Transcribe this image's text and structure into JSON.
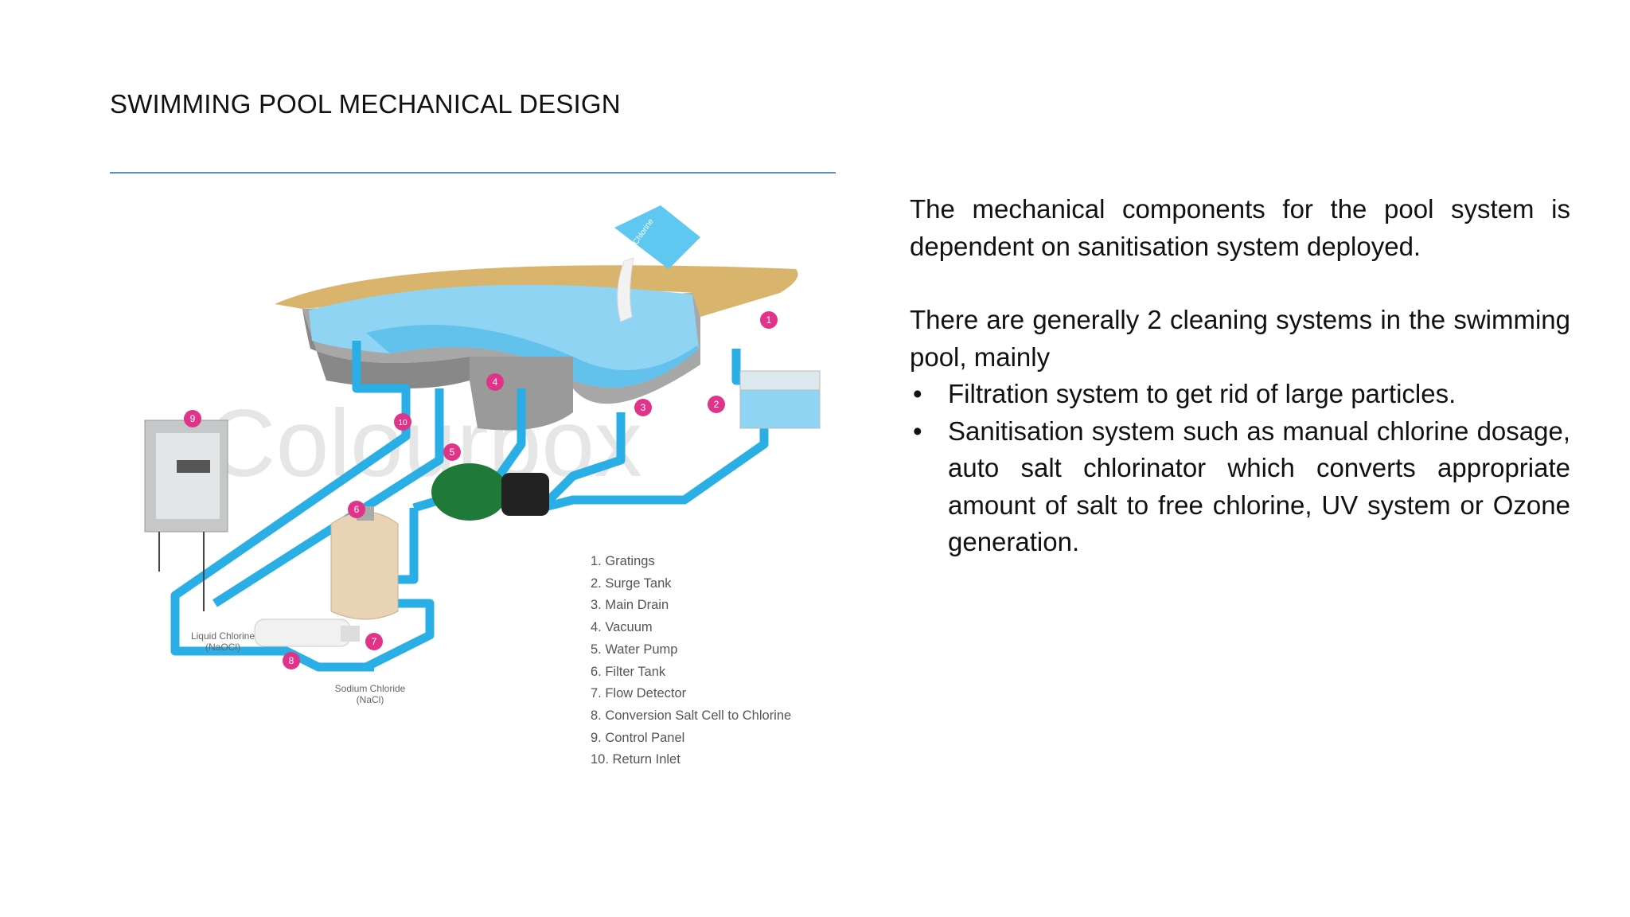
{
  "slide": {
    "title": "SWIMMING POOL MECHANICAL DESIGN"
  },
  "diagram": {
    "watermark": "Colourbox",
    "chemical_bag_text": "Chlorine",
    "legend": [
      "1. Gratings",
      "2. Surge Tank",
      "3. Main Drain",
      "4. Vacuum",
      "5. Water Pump",
      "6. Filter Tank",
      "7. Flow Detector",
      "8. Conversion Salt Cell to Chlorine",
      "9. Control Panel",
      "10. Return Inlet"
    ],
    "markers": [
      "1",
      "2",
      "3",
      "4",
      "5",
      "6",
      "7",
      "8",
      "9",
      "10"
    ],
    "labels": {
      "liquid_chlorine_1": "Liquid Chlorine",
      "liquid_chlorine_2": "(NaOCl)",
      "sodium_chloride_1": "Sodium Chloride",
      "sodium_chloride_2": "(NaCl)"
    },
    "colors": {
      "pipe": "#29aee6",
      "water": "#8fd5f3",
      "deck": "#d9b46c",
      "marker": "#e0348a",
      "wall": "#8f8f8f"
    }
  },
  "body": {
    "paragraph_1": "The mechanical components for the pool system is dependent on sanitisation system deployed.",
    "paragraph_2": "There are generally 2 cleaning systems in the swimming pool, mainly",
    "bullet_glyph": "•",
    "bullets": [
      "Filtration system to get rid of large particles.",
      "Sanitisation system such as manual chlorine dosage, auto salt chlorinator which converts appropriate amount of salt to free chlorine, UV system or Ozone generation."
    ]
  }
}
